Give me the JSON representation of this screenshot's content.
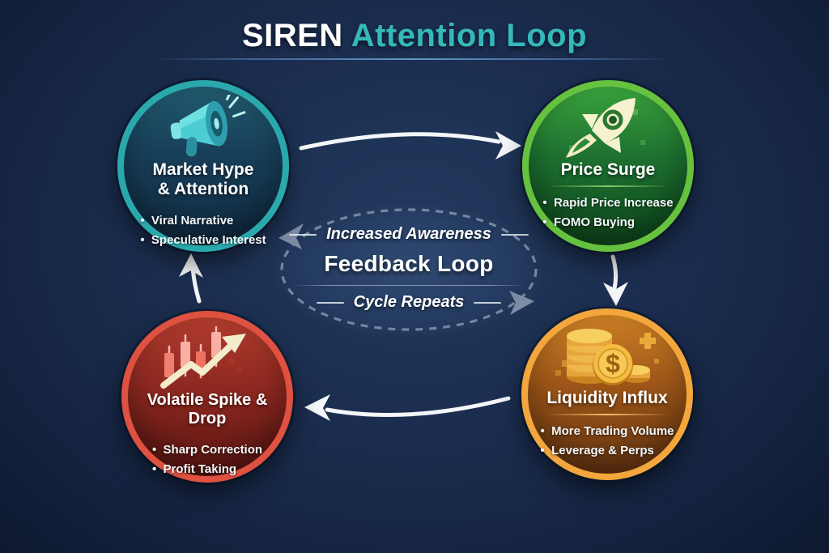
{
  "title": {
    "brand": "SIREN",
    "rest": "Attention Loop"
  },
  "center": {
    "top_label": "Increased Awareness",
    "main_label": "Feedback Loop",
    "bottom_label": "Cycle Repeats"
  },
  "nodes": {
    "market_hype": {
      "title": "Market Hype\n& Attention",
      "bullets": [
        "Viral Narrative",
        "Speculative Interest"
      ],
      "icon": "megaphone-icon",
      "accent": "#2aa9ad"
    },
    "price_surge": {
      "title": "Price Surge",
      "bullets": [
        "Rapid Price Increase",
        "FOMO Buying"
      ],
      "icon": "rocket-icon",
      "accent": "#66c23e"
    },
    "liquidity_influx": {
      "title": "Liquidity Influx",
      "bullets": [
        "More Trading Volume",
        "Leverage & Perps"
      ],
      "icon": "coins-icon",
      "accent": "#f2a63c"
    },
    "volatile_spike": {
      "title": "Volatile Spike & Drop",
      "bullets": [
        "Sharp Correction",
        "Profit Taking"
      ],
      "icon": "candlestick-icon",
      "accent": "#df5140"
    }
  },
  "colors": {
    "background": "#1b2e50",
    "title_accent": "#35b8ba",
    "arrow_white": "#f4f6f8",
    "loop_dashed": "#8b9ab0"
  }
}
